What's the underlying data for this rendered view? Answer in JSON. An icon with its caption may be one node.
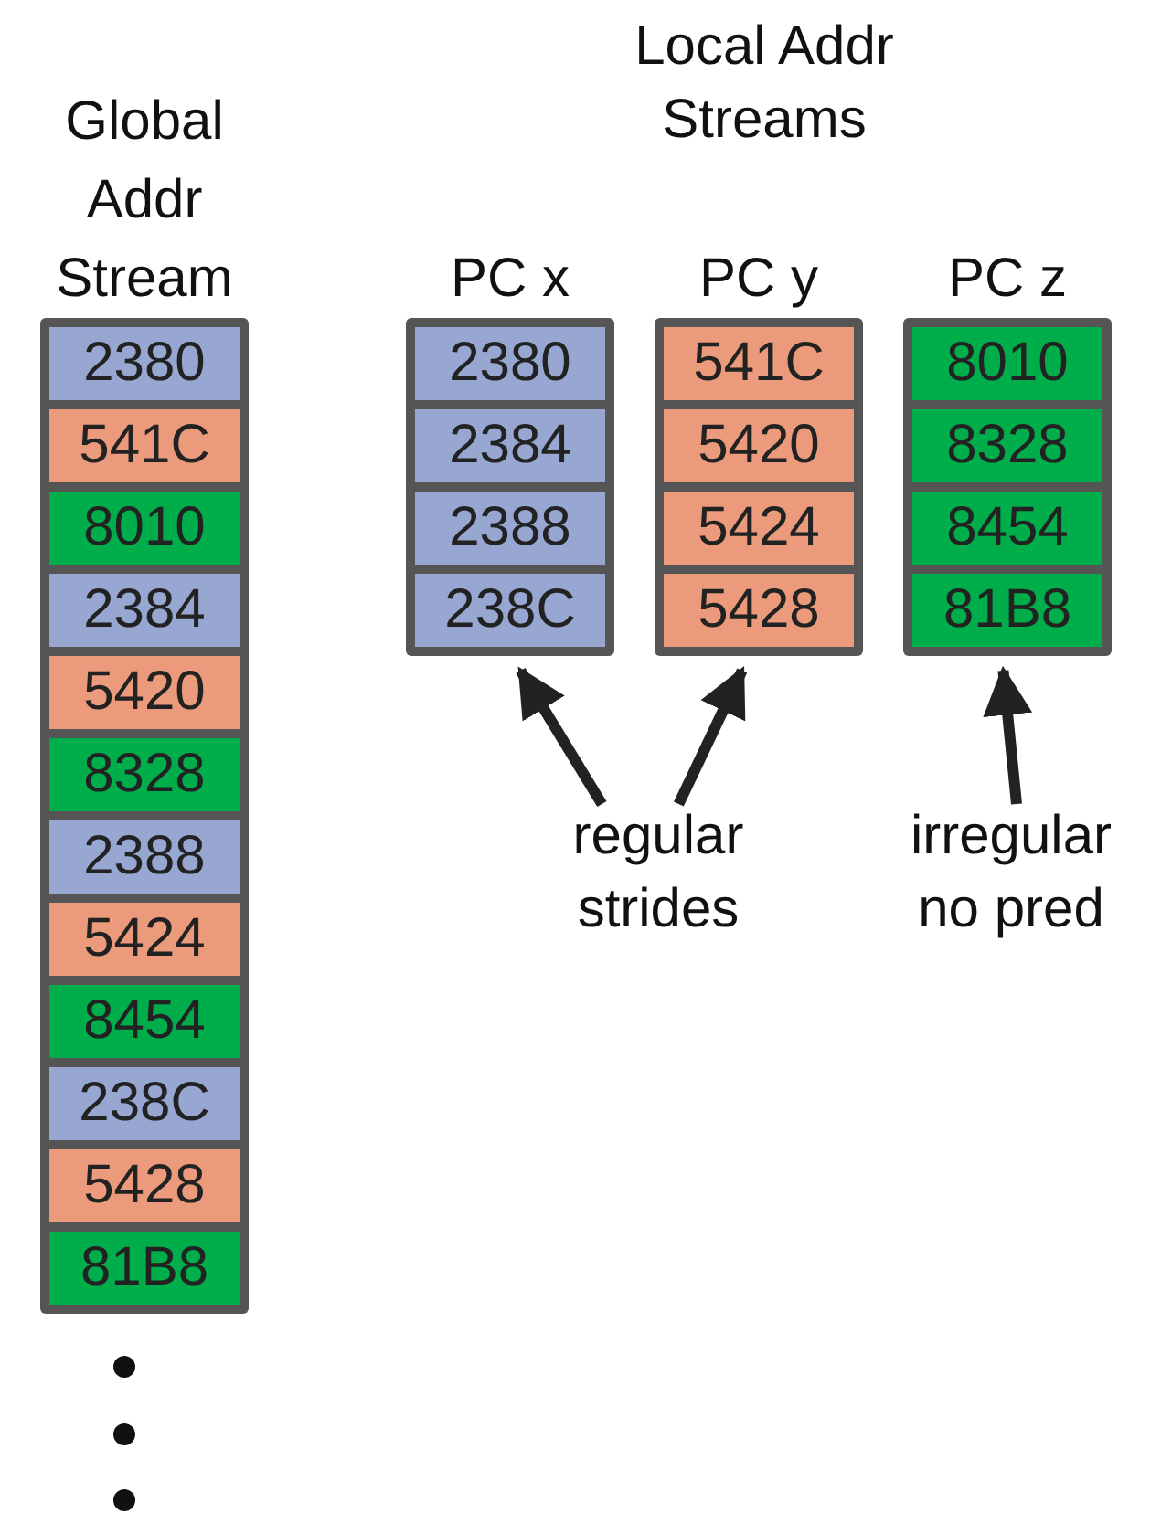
{
  "diagram": {
    "nodes": [
      {
        "text": [
          "Global Addr Stream"
        ]
      },
      {
        "text": [
          "2380"
        ],
        "in": 0
      },
      {
        "text": [
          "541C"
        ],
        "in": 0
      },
      {
        "text": [
          "8010"
        ],
        "in": 0
      },
      {
        "text": [
          "2384"
        ],
        "in": 0
      },
      {
        "text": [
          "5420"
        ],
        "in": 0
      },
      {
        "text": [
          "8328"
        ],
        "in": 0
      },
      {
        "text": [
          "2388"
        ],
        "in": 0
      },
      {
        "text": [
          "5424"
        ],
        "in": 0
      },
      {
        "text": [
          "8454"
        ],
        "in": 0
      },
      {
        "text": [
          "238C"
        ],
        "in": 0
      },
      {
        "text": [
          "5428"
        ],
        "in": 0
      },
      {
        "text": [
          "81B8"
        ],
        "in": 0
      },
      {
        "text": [
          "PC x"
        ]
      },
      {
        "text": [
          "2380"
        ],
        "in": 13
      },
      {
        "text": [
          "2384"
        ],
        "in": 13
      },
      {
        "text": [
          "2388"
        ],
        "in": 13
      },
      {
        "text": [
          "238C"
        ],
        "in": 13
      },
      {
        "text": [
          "PC y"
        ]
      },
      {
        "text": [
          "541C"
        ],
        "in": 18
      },
      {
        "text": [
          "5420"
        ],
        "in": 18
      },
      {
        "text": [
          "5424"
        ],
        "in": 18
      },
      {
        "text": [
          "5428"
        ],
        "in": 18
      },
      {
        "text": [
          "PC z"
        ]
      },
      {
        "text": [
          "8010"
        ],
        "in": 23
      },
      {
        "text": [
          "8328"
        ],
        "in": 23
      },
      {
        "text": [
          "8454"
        ],
        "in": 23
      },
      {
        "text": [
          "81B8"
        ],
        "in": 23
      },
      {
        "text": [
          "regular strides"
        ]
      },
      {
        "text": [
          "irregular no pred"
        ]
      }
    ],
    "edges": [
      {
        "from": 28,
        "to": 13,
        "arrow": "to"
      },
      {
        "from": 28,
        "to": 18,
        "arrow": "to"
      },
      {
        "from": 29,
        "to": 23,
        "arrow": "to"
      }
    ],
    "labels": [
      "Local Addr Streams"
    ]
  }
}
